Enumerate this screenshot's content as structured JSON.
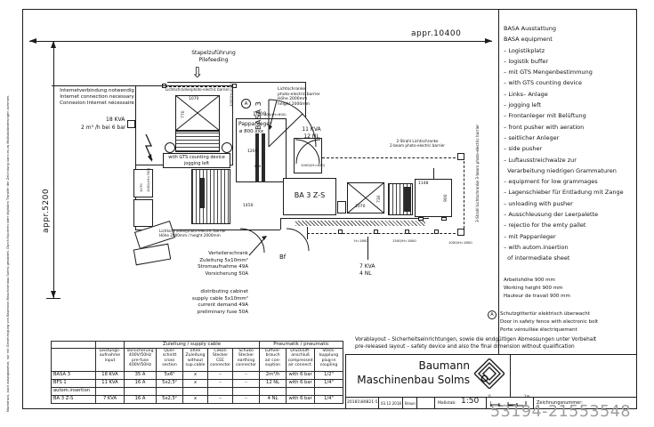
{
  "watermark": "53194-21553548",
  "disclaimer": "Nachdruck, auch auszugsweise, nur mit Genehmigung von Baumann Maschinenbau Solms gestattet. Durch Kopieren oder digitalen Transfer der Zeichnung kann es zu Maßstabänderungen kommen.",
  "dims": {
    "top": "appr.10400",
    "left": "appr.5200"
  },
  "right_panel": {
    "equipment": "BASA Ausstattung\nBASA equipment\n– Logistikplatz\n– logistik buffer\n– mit GTS Mengenbestimmung\n– with GTS counting device\n– Links– Anlage\n– jogging left\n– Frontanleger mit Belüftung\n– front pusher with aeration\n– seitlicher Anleger\n– side pusher\n– Luftausstreichwalze zur\n  Verarbeitung niedrigen Grammaturen\n– equipment for low grammages\n– Lagenschieber für Entladung mit Zange\n– unloading with pusher\n– Ausschleusung der Leerpalette\n– rejectio for the emty pallet\n– mit Pappanleger\n– with autom.insertion\n  of intermediate sheet",
    "working_height": "Arbeitshöhe 900 mm\nWorking height 900 mm\nHauteur de travail 900 mm",
    "door_marker": "A",
    "safety_door": "Schutzgittertür elektrisch überwacht\nDoor in safety fence with electronic bolt\nPorte vérouillée électriquement",
    "prerelease": "Vorablayout – Sicherheitseinrichtungen, sowie die endgültigen Abmessungen unter Vorbehalt\npre-released layout – safety device and also the final dimension without qualification"
  },
  "title_block": {
    "company_line1": "Baumann",
    "company_line2": "Maschinenbau Solms",
    "doc_number": "20181\\80821-5",
    "date": "03.12.2018",
    "author": "Braun",
    "scale_label": "Maßstab:",
    "scale_value": "1:50",
    "ruler_start": "0",
    "ruler_end": "1m",
    "drawing_no_label": "Zeichnungsnummer:"
  },
  "table": {
    "group_supply": "Zuleitung / supply cable",
    "group_pneumatic": "Pneumatik / pneumatic",
    "col_headers": [
      "",
      "Leistungs-\naufnahme\ninput",
      "Vorsicherung\n400V/50Hz\npre-fuse\n400V/50Hz",
      "Quer-\nschnitt\ncross\nsection",
      "ohne\nZuleitung\nwithout\nsup.cable",
      "Cekon\nStecker\nCEE\nconnector",
      "Schuko\nStecker\nearthing\nconnector",
      "Luftver-\nbrauch\nair con-\nsuption",
      "Druckluft-\nanschluß\ncompressed\nair connect.",
      "Steck-\nkupplung\nplug-in\ncoupling"
    ],
    "rows": [
      {
        "cells": [
          "BASA 3",
          "18 KVA",
          "35 A",
          "5x6²",
          "x",
          "–",
          "–",
          "2m³/h",
          "with 6 bar",
          "1/2\""
        ]
      },
      {
        "cells": [
          "BFS 1",
          "11 KVA",
          "16 A",
          "5x2,5²",
          "x",
          "–",
          "–",
          "12 NL",
          "with 6 bar",
          "1/4\""
        ]
      },
      {
        "cells": [
          "autom.insertion",
          "",
          "",
          "",
          "",
          "",
          "",
          "",
          "",
          ""
        ]
      },
      {
        "cells": [
          "BA 3 Z-S",
          "7 KVA",
          "16 A",
          "5x2,5²",
          "x",
          "–",
          "–",
          "4 NL",
          "with 6 bar",
          "1/4\""
        ]
      }
    ]
  },
  "diagram": {
    "pile_label": "Stapelzuführung\nPilefeeding",
    "down_arrow": "⇩",
    "internet": "Internetverbindung notwendig\nInternet connection necessary\nConnexion Internet nécessaire",
    "labels": [
      "Lichtschranke/photo-electric barrier",
      "BASA 3",
      "1070",
      "770",
      "1000",
      "Lichtschranke\nphoto-electric barrier\nHöhe 2000mm\nheight 2000mm",
      "Pappanleger",
      "ø 800.xxx",
      "11 KVA\n12 NL",
      "1200",
      "with GTS counting device\njogging left",
      "2-Strahl Lichtschranke\n2-beam photo-electric barrier",
      "3-Strahl Lichtschranke\n3-beam photo-electric barrier",
      "BA 3 Z-S",
      "1070",
      "730",
      "1148",
      "900",
      "1450",
      "Lichtschranke/photo-electric barrier\nHöhe 2000mm / height 2000mm",
      "Verteilerschrank\nZuleitung 5x10mm²\nStromaufnahme 49A\nVorsicherung 50A",
      "distributing cabinet\nsupply cable 5x10mm²\ncurrent demand 49A\npreliminary fuse 50A",
      "Bf",
      "7 KVA\n4 NL",
      "H=1800",
      "1500/H=1800",
      "1000/H=1800",
      "600",
      "1000/(H=800)",
      "500/(H=800)",
      "1000/H=2000",
      "1070",
      "1000/(H=700)",
      "18 KVA",
      "2 m³ /h bei 6 bar",
      "A"
    ]
  }
}
